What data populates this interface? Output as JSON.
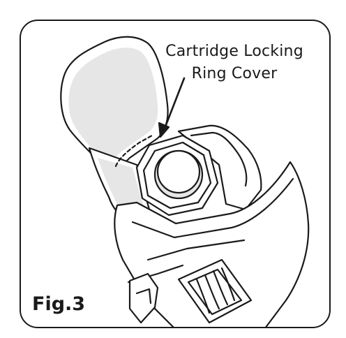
{
  "figure": {
    "label": "Fig.3",
    "callout": {
      "line1": "Cartridge Locking",
      "line2": "Ring Cover"
    }
  },
  "colors": {
    "stroke": "#1a1a1a",
    "cover_fill": "#e6e6e6",
    "background": "#ffffff"
  }
}
